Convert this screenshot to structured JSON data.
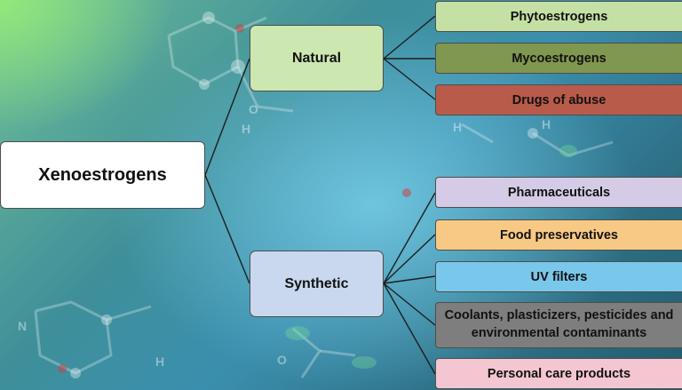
{
  "root": {
    "label": "Xenoestrogens"
  },
  "branches": [
    {
      "label": "Natural",
      "color": "#cde7b0",
      "children": [
        {
          "label": "Phytoestrogens",
          "color": "#c5e0a5"
        },
        {
          "label": "Mycoestrogens",
          "color": "#7f974f"
        },
        {
          "label": "Drugs of abuse",
          "color": "#b95b4a"
        }
      ]
    },
    {
      "label": "Synthetic",
      "color": "#c9d8ee",
      "children": [
        {
          "label": "Pharmaceuticals",
          "color": "#d5cbe6"
        },
        {
          "label": "Food preservatives",
          "color": "#f8c985"
        },
        {
          "label": "UV filters",
          "color": "#79c7ea"
        },
        {
          "label": "Coolants, plasticizers, pesticides and environmental contaminants",
          "color": "#7e7e7e"
        },
        {
          "label": "Personal care products",
          "color": "#f4c6d1"
        }
      ]
    }
  ],
  "background_molecule_letters": [
    "H",
    "O",
    "H",
    "H",
    "N",
    "H",
    "O"
  ]
}
